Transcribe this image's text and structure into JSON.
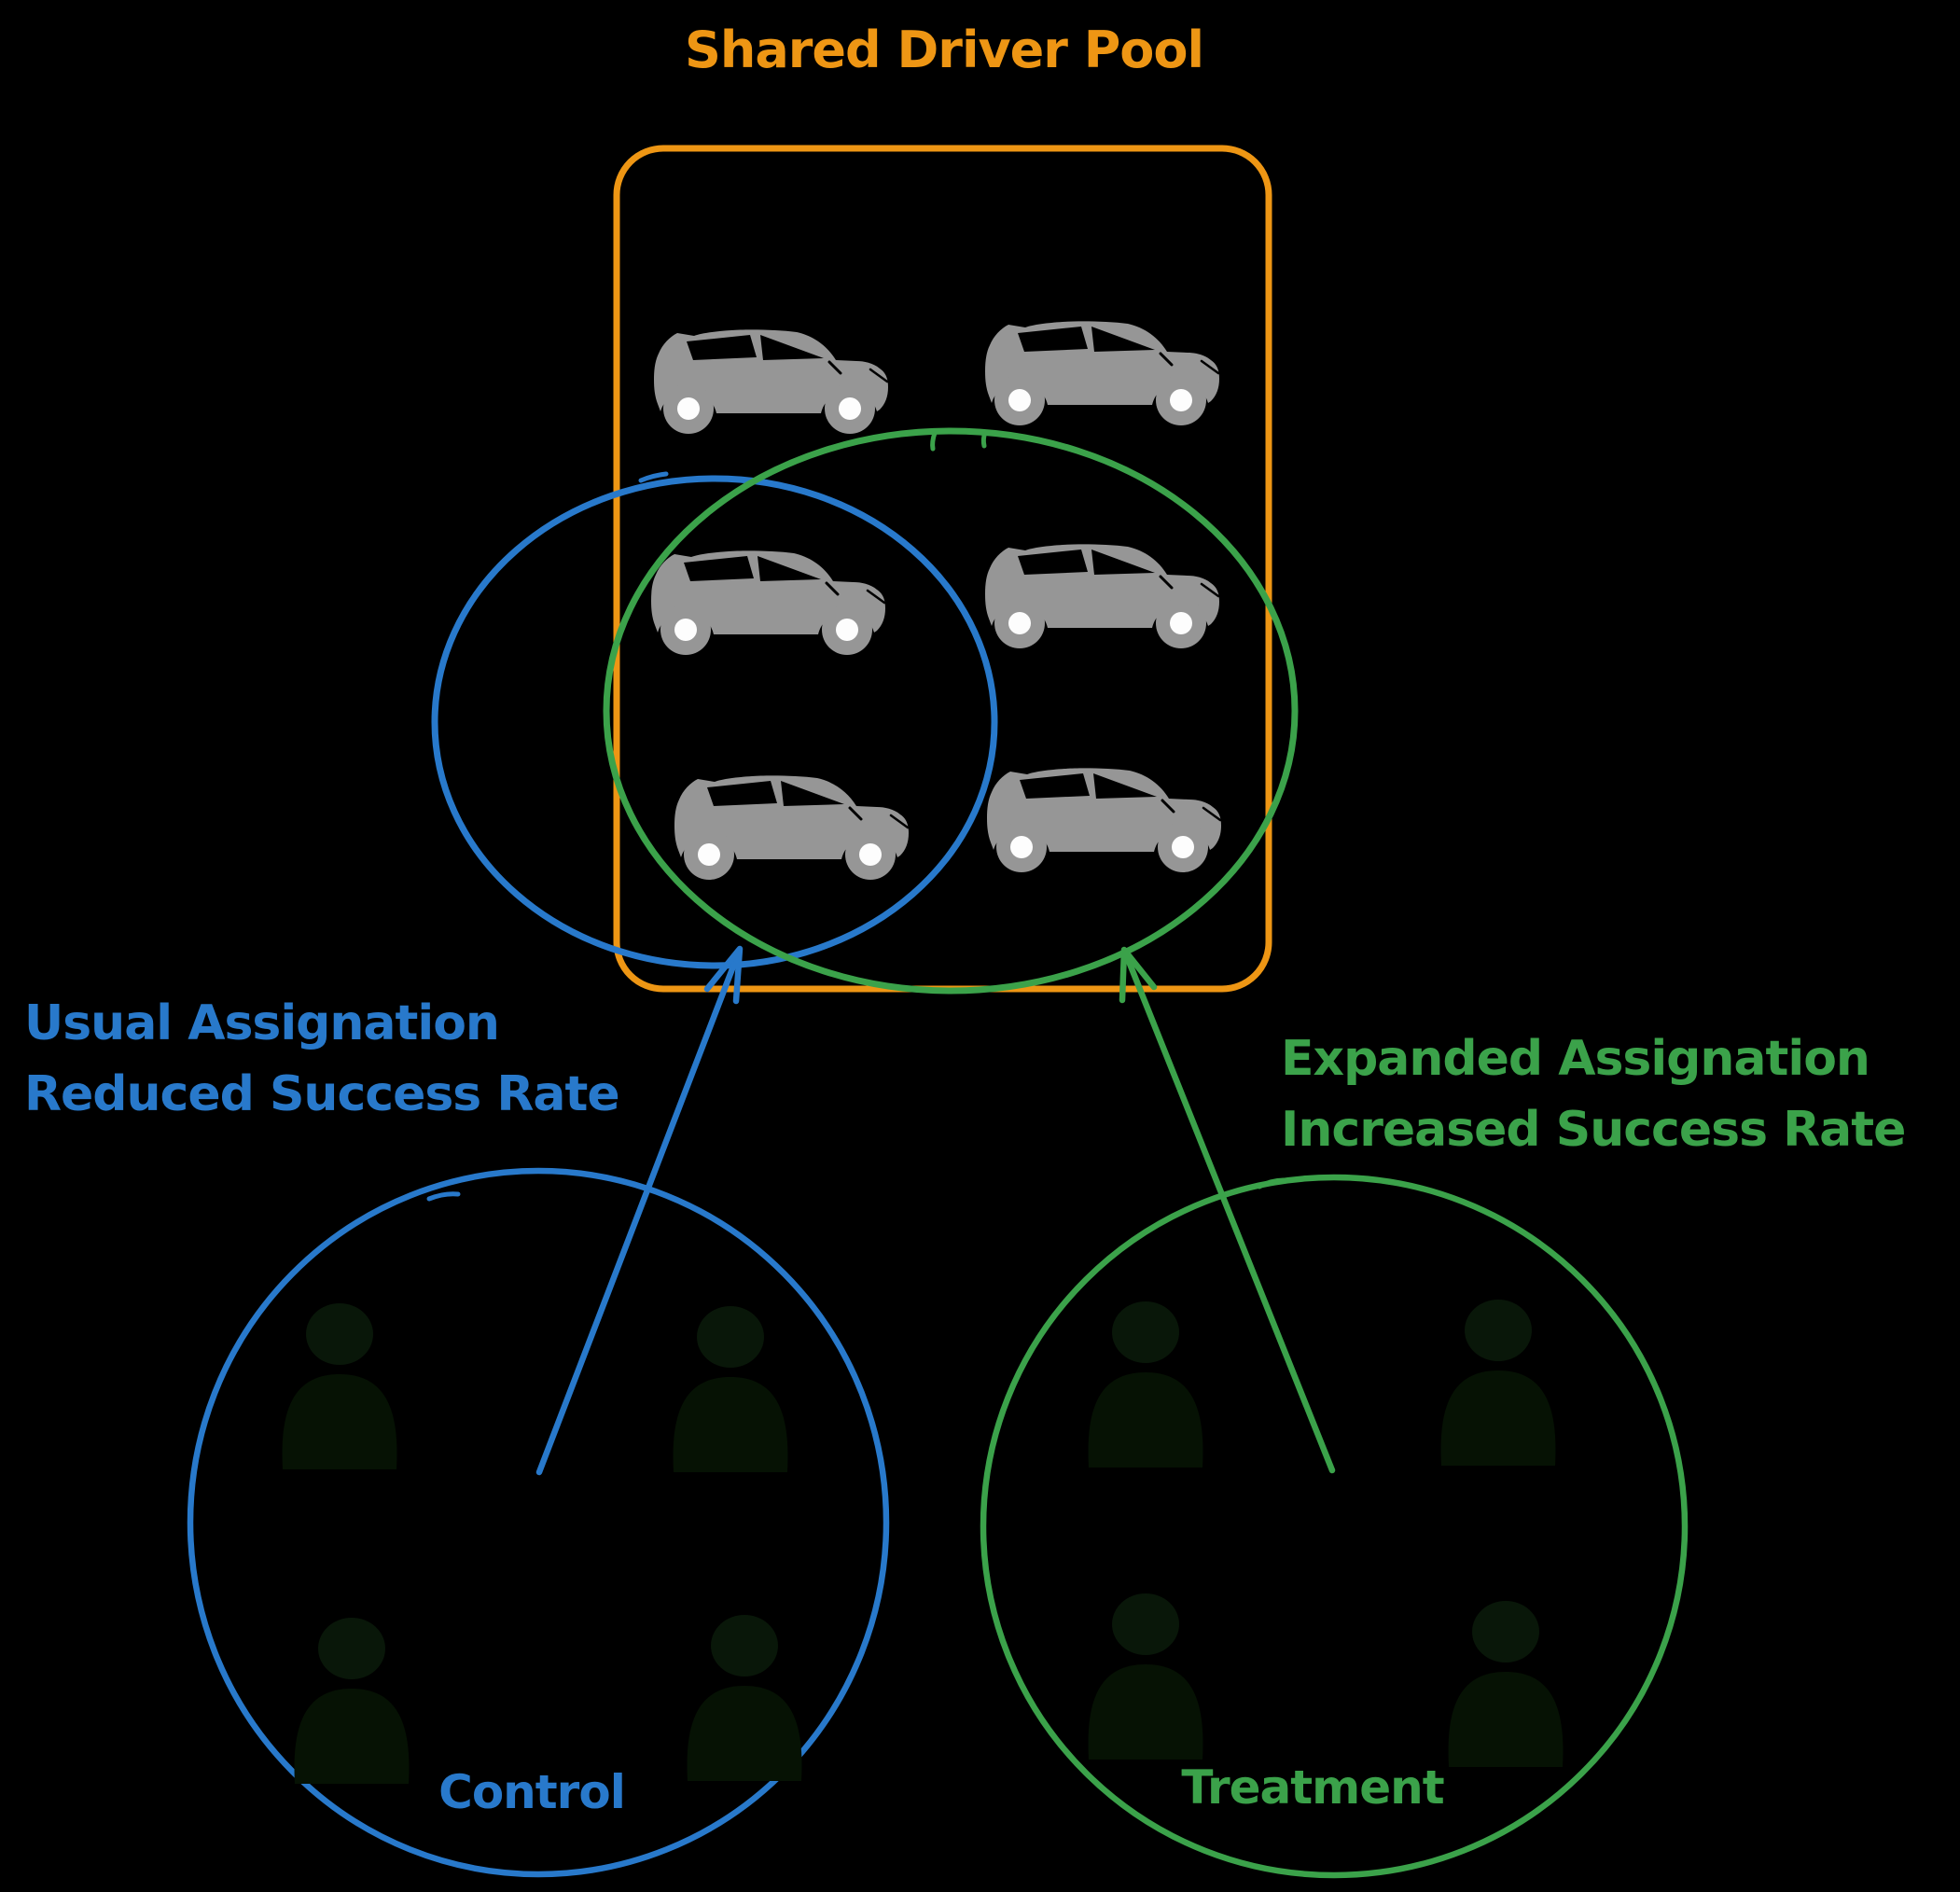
{
  "diagram": {
    "title": "Shared Driver Pool",
    "driver_pool": {
      "car_count": 6
    },
    "annotations": {
      "control": {
        "line1": "Usual Assignation",
        "line2": "Reduced Success Rate"
      },
      "treatment": {
        "line1": "Expanded Assignation",
        "line2": "Increased Success Rate"
      }
    },
    "groups": {
      "control": {
        "label": "Control",
        "person_count": 4
      },
      "treatment": {
        "label": "Treatment",
        "person_count": 4
      }
    },
    "colors": {
      "background": "#000000",
      "pool_orange": "#EE9614",
      "control_blue": "#2879CB",
      "treatment_green": "#3BA24A",
      "car_gray": "#969696",
      "person_silhouette": "#071407"
    },
    "icons": {
      "car": "car-icon",
      "person": "person-icon"
    }
  }
}
